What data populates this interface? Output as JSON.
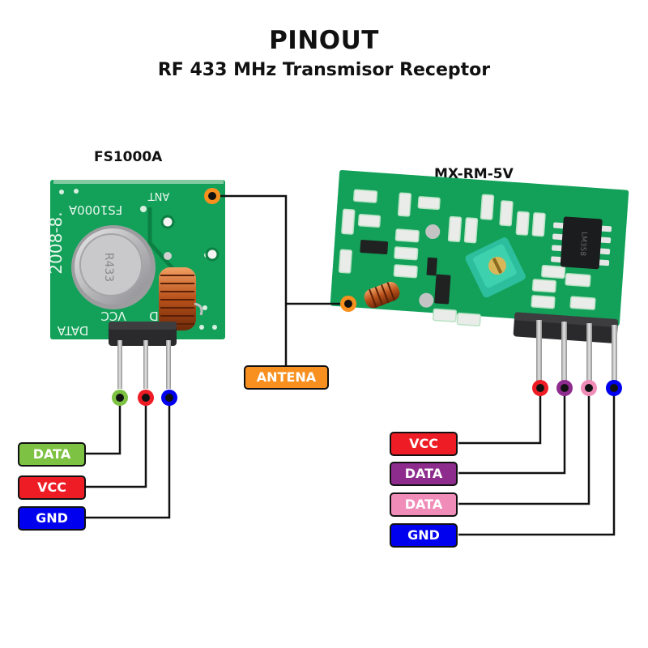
{
  "header": {
    "title": "PINOUT",
    "subtitle": "RF 433 MHz Transmisor Receptor"
  },
  "transmitter": {
    "name": "FS1000A",
    "silkscreen": {
      "model": "FS1000A",
      "date": "2008-8.",
      "ant": "ANT",
      "vcc": "VCC",
      "data": "DATA",
      "gnd": "D",
      "crystal": "R433"
    },
    "pins": [
      {
        "label": "DATA",
        "color": "#7dc242"
      },
      {
        "label": "VCC",
        "color": "#ee1c25"
      },
      {
        "label": "GND",
        "color": "#0000ee"
      }
    ]
  },
  "receiver": {
    "name": "MX-RM-5V",
    "chip_marking": "LM358",
    "pins": [
      {
        "label": "VCC",
        "color": "#ee1c25"
      },
      {
        "label": "DATA",
        "color": "#8e2c8e"
      },
      {
        "label": "DATA",
        "color": "#f08cb8"
      },
      {
        "label": "GND",
        "color": "#0000ee"
      }
    ]
  },
  "antenna": {
    "label": "ANTENA",
    "color": "#f7901e"
  },
  "colors": {
    "pcb": "#13a15a",
    "pcb_dark": "#0c7f43",
    "wire": "#111111"
  }
}
